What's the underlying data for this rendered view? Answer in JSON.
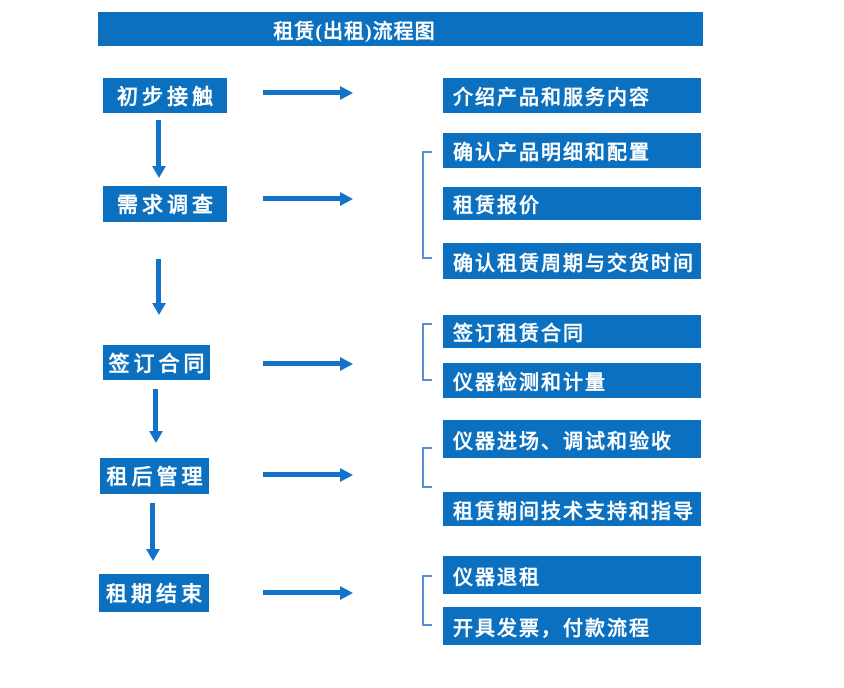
{
  "title": "租赁(出租)流程图",
  "colors": {
    "page_bg": "#ffffff",
    "box_blue": "#0b70bf",
    "arrow_blue": "#1273cb",
    "bracket_blue": "#5b8fd0",
    "text_white": "#ffffff"
  },
  "flow": {
    "steps": [
      {
        "label": "初步接触",
        "details": [
          "介绍产品和服务内容"
        ]
      },
      {
        "label": "需求调查",
        "details": [
          "确认产品明细和配置",
          "租赁报价",
          "确认租赁周期与交货时间"
        ]
      },
      {
        "label": "签订合同",
        "details": [
          "签订租赁合同",
          "仪器检测和计量"
        ]
      },
      {
        "label": "租后管理",
        "details": [
          "仪器进场、调试和验收",
          "租赁期间技术支持和指导"
        ]
      },
      {
        "label": "租期结束",
        "details": [
          "仪器退租",
          "开具发票，付款流程"
        ]
      }
    ]
  }
}
